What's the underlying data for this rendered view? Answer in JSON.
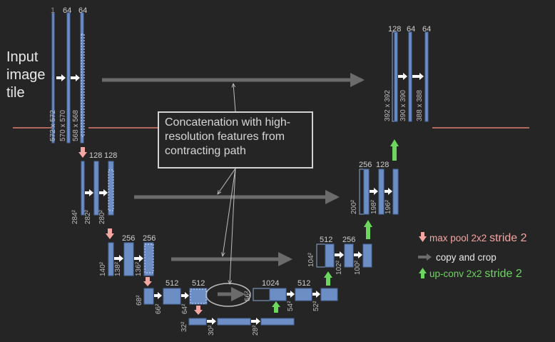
{
  "intro_text": "Input image tile",
  "annotation_box": "Concatenation with high-resolution features from contracting path",
  "legend": {
    "maxpool_label": "max pool 2x2",
    "maxpool_stride": "stride 2",
    "copy_label": "copy and crop",
    "upconv_label": "up-conv 2x2",
    "upconv_stride": "stride 2"
  },
  "colors": {
    "background": "#252525",
    "block_fill": "#6d8ec4",
    "block_border": "#4a6aa5",
    "copy_arrow": "#6b6b6b",
    "maxpool_arrow": "#f5a6a3",
    "upconv_arrow": "#6cd65e",
    "legend_pink_text": "#f5a6a3",
    "legend_green_text": "#6cd65e",
    "horizontal_line": "#e07c72"
  },
  "channel_labels": {
    "l1": [
      "1",
      "64",
      "64"
    ],
    "l2": [
      "128",
      "128"
    ],
    "l3": [
      "256",
      "256"
    ],
    "l4": [
      "512",
      "512"
    ],
    "bottleneck": [
      "1024"
    ],
    "u4": [
      "512"
    ],
    "u3": [
      "512",
      "256"
    ],
    "u2": [
      "256",
      "128"
    ],
    "u1": [
      "128",
      "64",
      "64"
    ]
  },
  "size_labels": {
    "l1": [
      "572 x 572",
      "570 x 570",
      "568 x 568"
    ],
    "l2": [
      "284²",
      "282²",
      "280²"
    ],
    "l3": [
      "140²",
      "138²",
      "136²"
    ],
    "l4": [
      "68²",
      "66²",
      "64²"
    ],
    "l5": [
      "32²",
      "30²",
      "28²"
    ],
    "u4": [
      "56²",
      "54²",
      "52²"
    ],
    "u3": [
      "104²",
      "102²",
      "100²"
    ],
    "u2": [
      "200²",
      "198²",
      "196²"
    ],
    "u1": [
      "392 x 392",
      "390 x 390",
      "388 x 388"
    ]
  }
}
